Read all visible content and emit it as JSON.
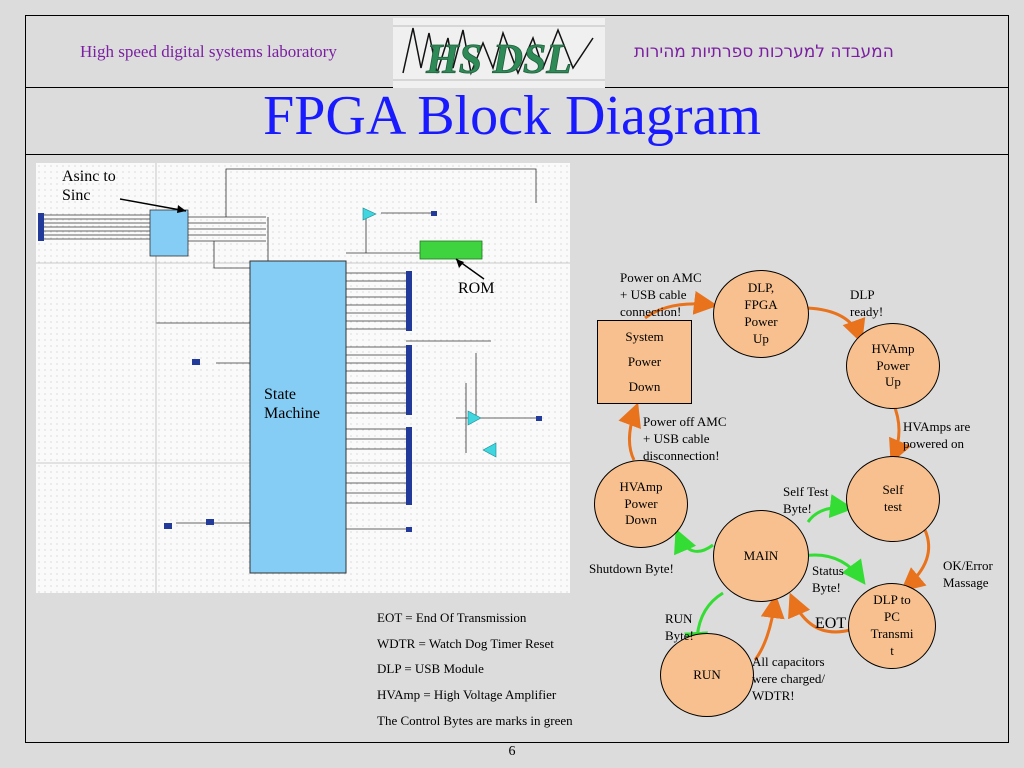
{
  "header": {
    "left_text": "High speed digital systems laboratory",
    "logo_text": "HS DSL",
    "right_text": "המעבדה למערכות ספרתיות מהירות"
  },
  "slide_title": "FPGA Block Diagram",
  "schematic": {
    "async_label": "Asinc to\nSinc",
    "rom_label": "ROM",
    "state_machine_label": "State\nMachine"
  },
  "flow": {
    "nodes": {
      "dlp_fpga": "DLP,\nFPGA\nPower\nUp",
      "hvamp_up": "HVAmp\nPower\nUp",
      "self_test": "Self\ntest",
      "dlp_to_pc": "DLP to\nPC\nTransmi\nt",
      "main": "MAIN",
      "run": "RUN",
      "hvamp_down": "HVAmp\nPower\nDown",
      "system_power_down": [
        "System",
        "Power",
        "Down"
      ]
    },
    "edge_labels": {
      "power_on": "Power on AMC\n+ USB cable\nconnection!",
      "dlp_ready": "DLP\nready!",
      "hvamps_powered": "HVAmps are\npowered on",
      "ok_error": "OK/Error\nMassage",
      "self_test_byte": "Self Test\nByte!",
      "status_byte": "Status\nByte!",
      "eot": "EOT",
      "run_byte": "RUN\nByte!",
      "all_caps": "All capacitors\nwere charged/\nWDTR!",
      "shutdown_byte": "Shutdown Byte!",
      "power_off": "Power off AMC\n+ USB cable\ndisconnection!"
    }
  },
  "legend": [
    "EOT = End Of Transmission",
    "WDTR = Watch Dog Timer Reset",
    "DLP = USB Module",
    "HVAmp = High Voltage Amplifier",
    "The Control Bytes are marks in green"
  ],
  "page_number": "6",
  "colors": {
    "title": "#1a1aff",
    "header_text": "#7b1fa2",
    "node_fill": "#f7c08e",
    "control_arrow": "#33dd33",
    "flow_arrow": "#e8731c",
    "block_fill": "#86cdf5"
  }
}
